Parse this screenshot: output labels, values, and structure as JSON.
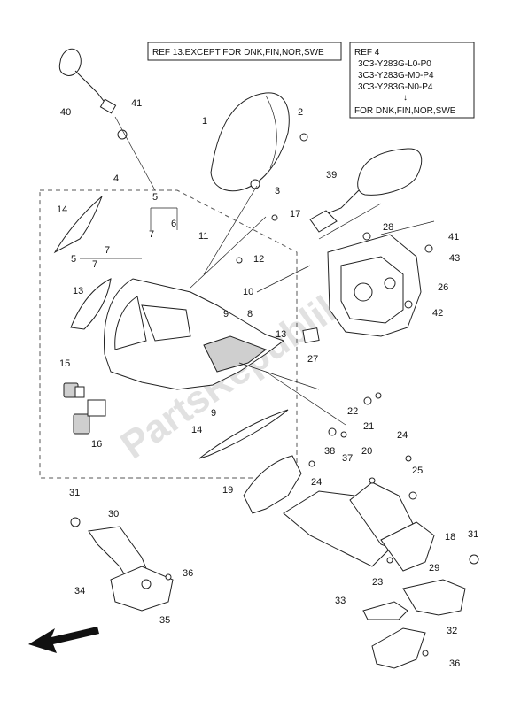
{
  "ref_box_1": {
    "text": "REF 13.EXCEPT FOR DNK,FIN,NOR,SWE"
  },
  "ref_box_2": {
    "lines": [
      "REF 4",
      "3C3-Y283G-L0-P0",
      "3C3-Y283G-M0-P4",
      "3C3-Y283G-N0-P4",
      "FOR DNK,FIN,NOR,SWE"
    ]
  },
  "watermark": {
    "text": "PartsRepublik"
  },
  "callouts": {
    "c1": "1",
    "c2": "2",
    "c3": "3",
    "c4": "4",
    "c5a": "5",
    "c5b": "5",
    "c6": "6",
    "c7a": "7",
    "c7b": "7",
    "c7c": "7",
    "c8": "8",
    "c9a": "9",
    "c9b": "9",
    "c10": "10",
    "c11": "11",
    "c12": "12",
    "c13a": "13",
    "c13b": "13",
    "c14a": "14",
    "c14b": "14",
    "c15": "15",
    "c16": "16",
    "c17": "17",
    "c18": "18",
    "c19": "19",
    "c20": "20",
    "c21": "21",
    "c22": "22",
    "c23": "23",
    "c24a": "24",
    "c24b": "24",
    "c25": "25",
    "c26": "26",
    "c27": "27",
    "c28": "28",
    "c29": "29",
    "c30": "30",
    "c31a": "31",
    "c31b": "31",
    "c32": "32",
    "c33": "33",
    "c34": "34",
    "c35": "35",
    "c36a": "36",
    "c36b": "36",
    "c37": "37",
    "c38": "38",
    "c39": "39",
    "c40": "40",
    "c41a": "41",
    "c41b": "41",
    "c42": "42",
    "c43": "43"
  },
  "colors": {
    "line": "#222222",
    "watermark": "#c9c9c9",
    "background": "#ffffff"
  }
}
